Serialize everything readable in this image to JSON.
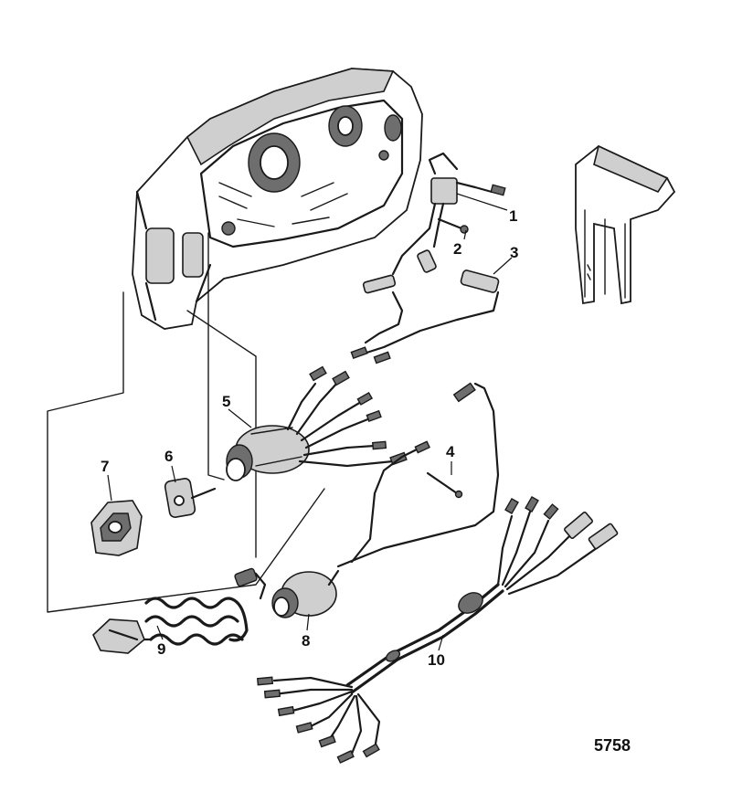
{
  "diagram": {
    "figure_number": "5758",
    "callouts": [
      {
        "id": "1",
        "label": "1"
      },
      {
        "id": "2",
        "label": "2"
      },
      {
        "id": "3",
        "label": "3"
      },
      {
        "id": "4",
        "label": "4"
      },
      {
        "id": "5",
        "label": "5"
      },
      {
        "id": "6",
        "label": "6"
      },
      {
        "id": "7",
        "label": "7"
      },
      {
        "id": "8",
        "label": "8"
      },
      {
        "id": "9",
        "label": "9"
      },
      {
        "id": "10",
        "label": "10"
      }
    ],
    "parts": [
      {
        "callout": "1",
        "icon": "neutral-switch-icon"
      },
      {
        "callout": "2",
        "icon": "screw-icon"
      },
      {
        "callout": "3",
        "icon": "connector-icon"
      },
      {
        "callout": "4",
        "icon": "screw-icon"
      },
      {
        "callout": "5",
        "icon": "ignition-switch-icon"
      },
      {
        "callout": "6",
        "icon": "key-icon"
      },
      {
        "callout": "7",
        "icon": "switch-bezel-icon"
      },
      {
        "callout": "8",
        "icon": "lanyard-stop-switch-icon"
      },
      {
        "callout": "9",
        "icon": "lanyard-cord-icon"
      },
      {
        "callout": "10",
        "icon": "wiring-harness-icon"
      }
    ]
  }
}
